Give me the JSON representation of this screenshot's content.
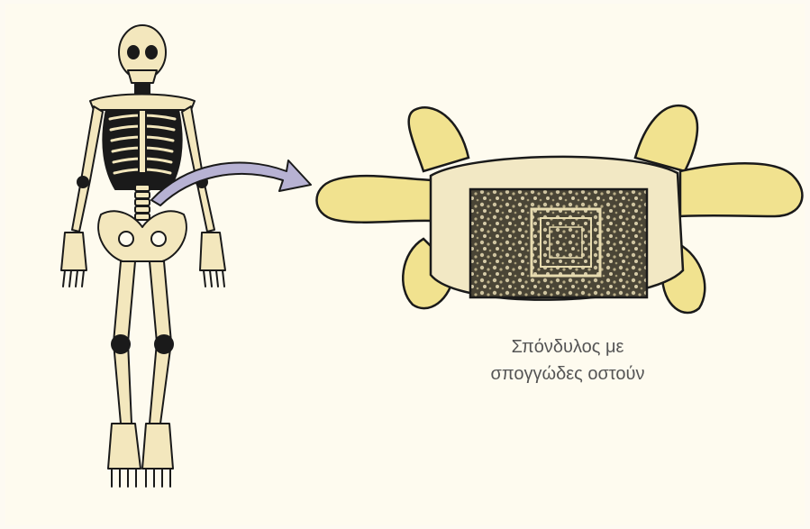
{
  "caption": {
    "line1": "Σπόνδυλος με",
    "line2": "σπογγώδες οστούν"
  },
  "colors": {
    "bone": "#f3e7bd",
    "bone_dark": "#e6d28d",
    "outline": "#1a1a1a",
    "vertebra": "#f1e28f",
    "vertebra_body": "#f2e8c4",
    "spongy": "#4a4536",
    "arrow": "#b7b2d3",
    "background": "#fdfaf2"
  },
  "icons": [
    "skeleton-figure",
    "curved-arrow",
    "vertebra-illustration"
  ]
}
